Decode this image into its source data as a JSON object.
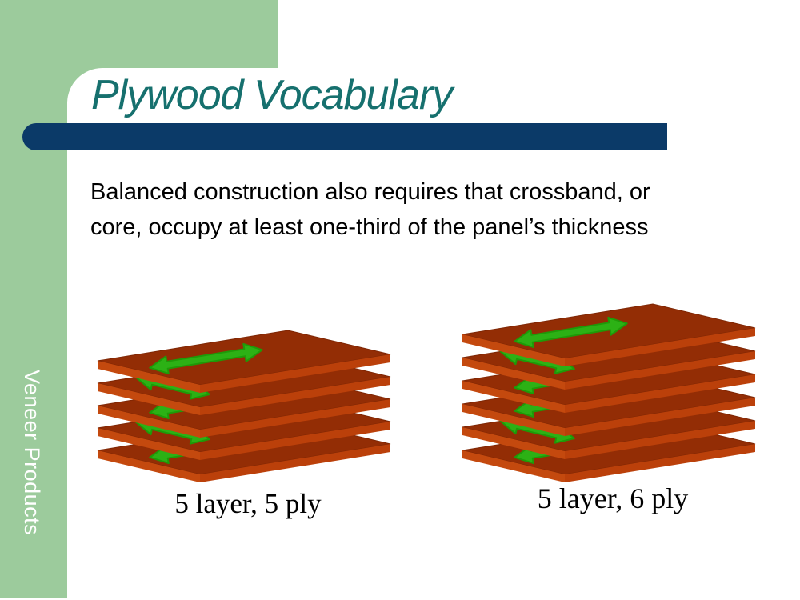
{
  "slide": {
    "title": "Plywood Vocabulary",
    "sidebar_label": "Veneer Products",
    "body": "Balanced construction also requires that crossband, or core, occupy at least one-third of the panel’s thickness"
  },
  "colors": {
    "sidebar_green": "#9ccb9c",
    "title_teal": "#16706e",
    "accent_navy": "#0b3a68",
    "body_text": "#000000",
    "board_top": "#932d05",
    "board_edge_front": "#c4490e",
    "board_edge_side": "#bb400a",
    "arrow_fill": "#2cb115",
    "arrow_stroke": "#1e9a08"
  },
  "diagrams": [
    {
      "name": "five-layer-five-ply",
      "caption": "5 layer, 5 ply",
      "plies": [
        "length",
        "width",
        "length",
        "width",
        "length"
      ]
    },
    {
      "name": "five-layer-six-ply",
      "caption": "5 layer, 6 ply",
      "plies": [
        "length",
        "width",
        "length",
        "length",
        "width",
        "length"
      ]
    }
  ]
}
